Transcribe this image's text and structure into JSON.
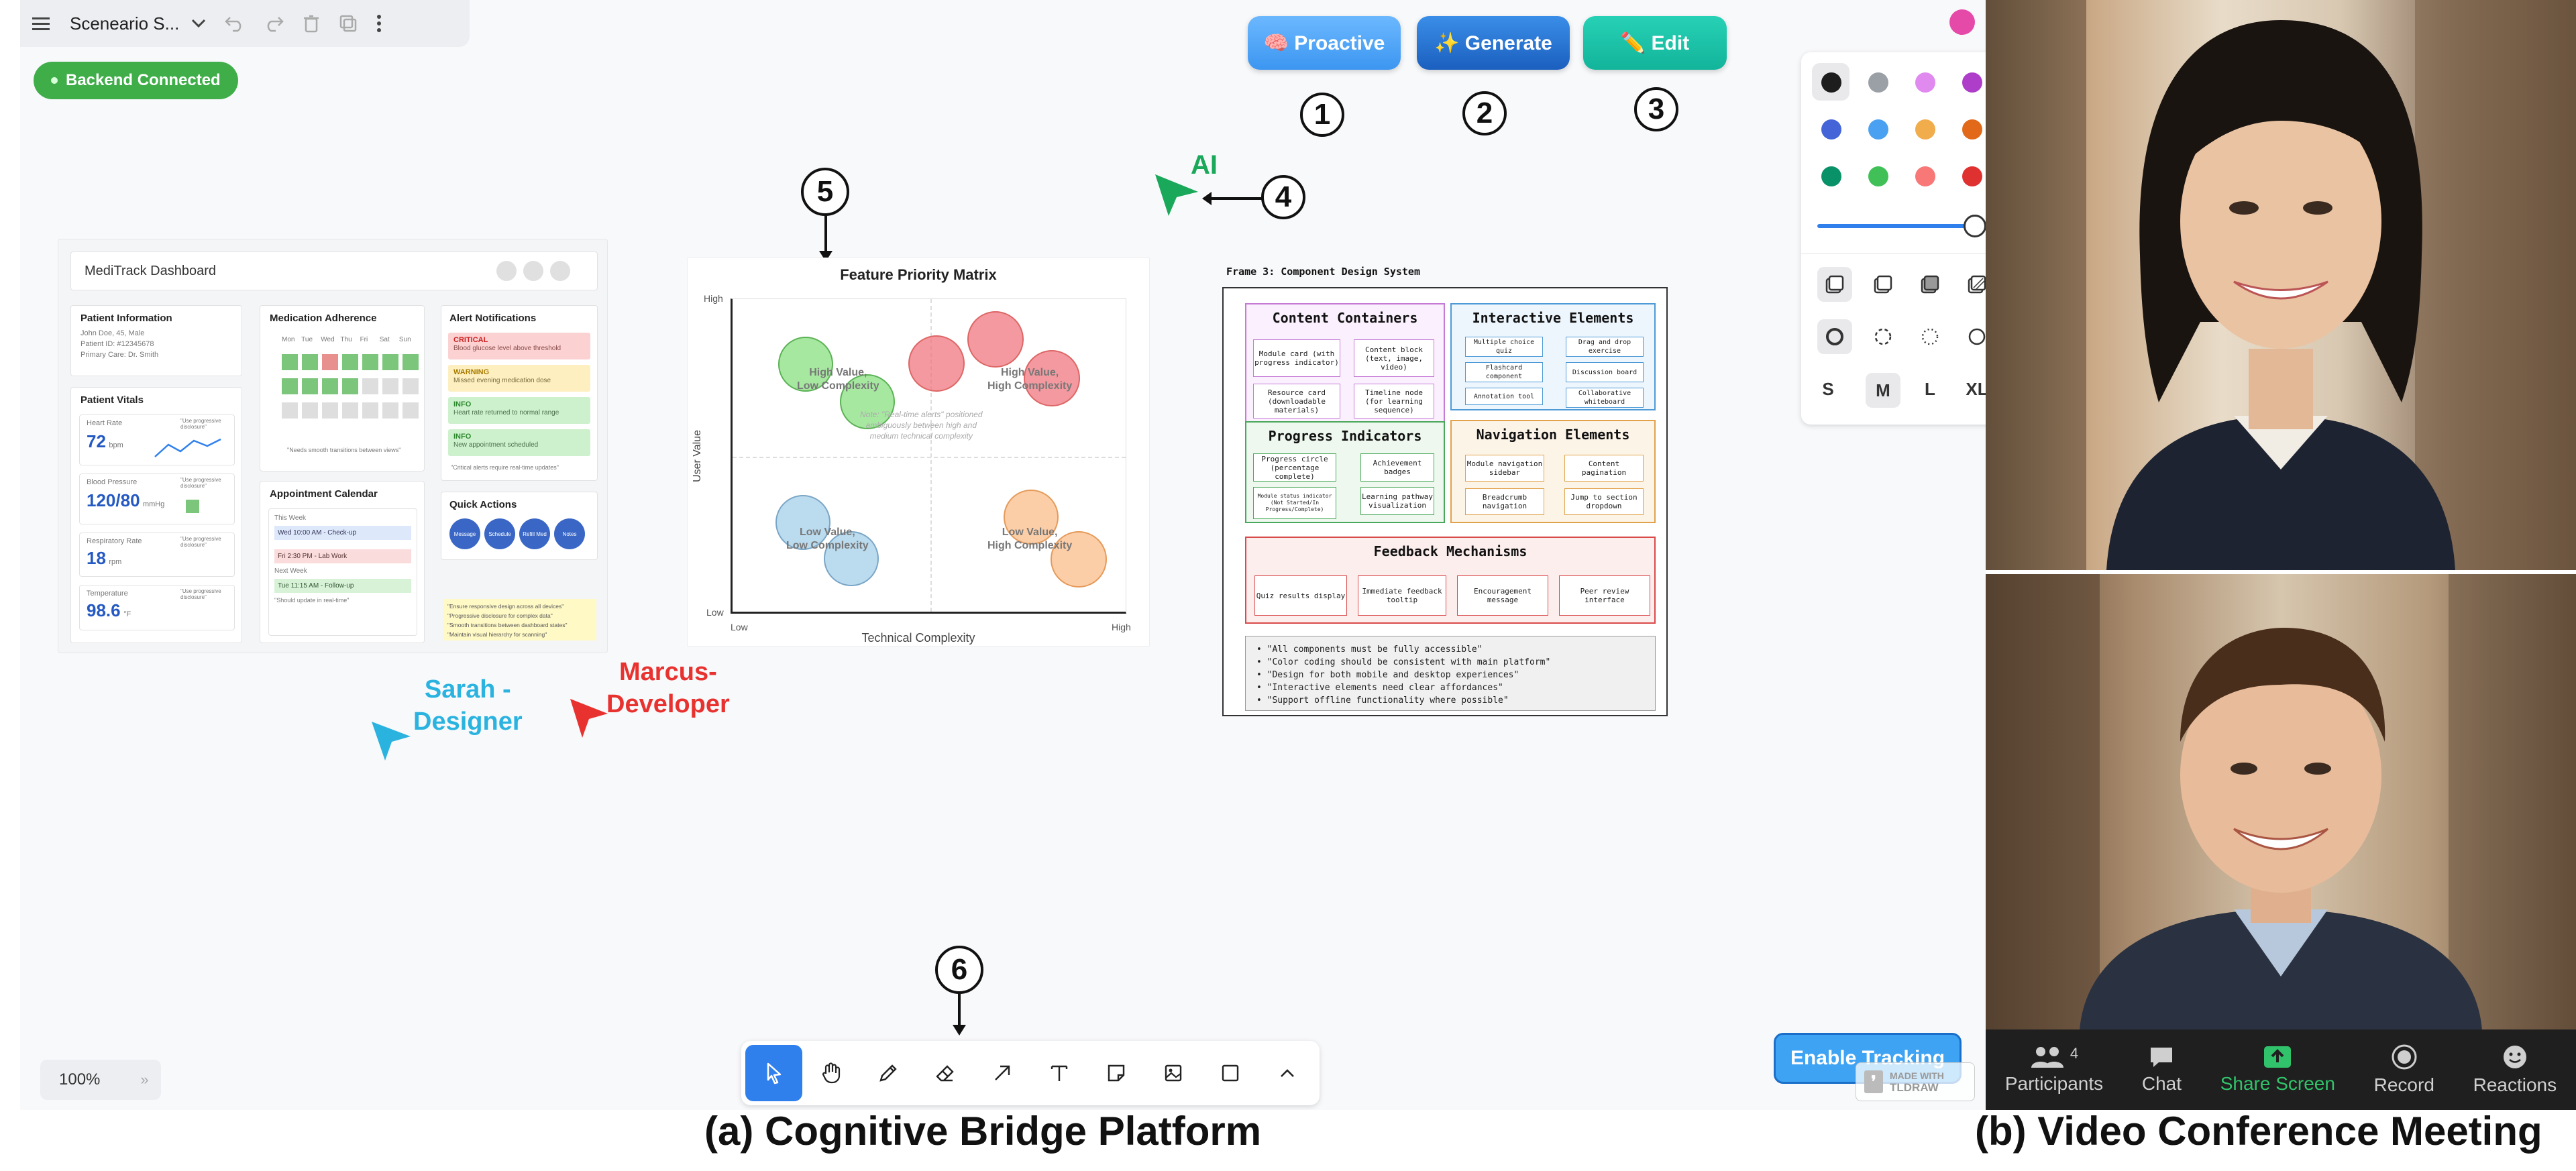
{
  "topbar": {
    "file_name": "Sceneario S..."
  },
  "status": {
    "backend": "Backend Connected"
  },
  "modes": [
    {
      "label": "🧠 Proactive",
      "number": "1"
    },
    {
      "label": "✨ Generate",
      "number": "2"
    },
    {
      "label": "✏️ Edit",
      "number": "3"
    }
  ],
  "annotations": {
    "ai_number": "4",
    "matrix_number": "5",
    "toolbar_number": "6",
    "ai_label": "AI"
  },
  "dashboard": {
    "title": "MediTrack Dashboard",
    "patient_info": {
      "title": "Patient Information",
      "lines": [
        "John Doe, 45, Male",
        "Patient ID: #12345678",
        "Primary Care: Dr. Smith"
      ]
    },
    "adherence": {
      "title": "Medication Adherence",
      "days": [
        "Mon",
        "Tue",
        "Wed",
        "Thu",
        "Fri",
        "Sat",
        "Sun"
      ]
    },
    "alerts": {
      "title": "Alert Notifications",
      "items": [
        {
          "level": "CRITICAL",
          "text": "Blood glucose level above threshold"
        },
        {
          "level": "WARNING",
          "text": "Missed evening medication dose"
        },
        {
          "level": "INFO",
          "text": "Heart rate returned to normal range"
        },
        {
          "level": "INFO",
          "text": "New appointment scheduled"
        }
      ],
      "note": "\"Critical alerts require real-time updates\""
    },
    "vitals": {
      "title": "Patient Vitals",
      "items": [
        {
          "name": "Heart Rate",
          "value": "72",
          "unit": "bpm"
        },
        {
          "name": "Blood Pressure",
          "value": "120/80",
          "unit": "mmHg"
        },
        {
          "name": "Respiratory Rate",
          "value": "18",
          "unit": "rpm"
        },
        {
          "name": "Temperature",
          "value": "98.6",
          "unit": "°F"
        }
      ],
      "note": "\"Use progressive disclosure\"",
      "adherence_note": "\"Needs smooth transitions between views\""
    },
    "calendar": {
      "title": "Appointment Calendar",
      "this_week": "This Week",
      "next_week": "Next Week",
      "items": [
        "Wed 10:00 AM - Check-up",
        "Fri 2:30 PM - Lab Work",
        "Tue 11:15 AM - Follow-up"
      ],
      "note": "\"Should update in real-time\""
    },
    "quick_actions": {
      "title": "Quick Actions",
      "items": [
        "Message",
        "Schedule",
        "Refill Med",
        "Notes"
      ]
    },
    "notes": [
      "\"Ensure responsive design across all devices\"",
      "\"Progressive disclosure for complex data\"",
      "\"Smooth transitions between dashboard states\"",
      "\"Maintain visual hierarchy for scanning\""
    ]
  },
  "matrix": {
    "title": "Feature Priority Matrix",
    "ylabel": "User Value",
    "xlabel": "Technical Complexity",
    "y_high": "High",
    "y_low": "Low",
    "x_low": "Low",
    "x_high": "High",
    "quadrants": {
      "tl": [
        "High Value,",
        "Low Complexity"
      ],
      "tr": [
        "High Value,",
        "High Complexity"
      ],
      "bl": [
        "Low Value,",
        "Low Complexity"
      ],
      "br": [
        "Low Value,",
        "High Complexity"
      ]
    },
    "note": [
      "Note: \"Real-time alerts\" positioned",
      "ambiguously between high and",
      "medium technical complexity"
    ]
  },
  "components": {
    "title": "Frame 3: Component Design System",
    "groups": [
      {
        "name": "Content Containers",
        "items": [
          "Module card (with progress indicator)",
          "Content block (text, image, video)",
          "Resource card (downloadable materials)",
          "Timeline node (for learning sequence)"
        ]
      },
      {
        "name": "Interactive Elements",
        "items": [
          "Multiple choice quiz",
          "Drag and drop exercise",
          "Flashcard component",
          "Discussion board",
          "Annotation tool",
          "Collaborative whiteboard"
        ]
      },
      {
        "name": "Progress Indicators",
        "items": [
          "Progress circle (percentage complete)",
          "Achievement badges",
          "Module status indicator (Not Started/In Progress/Complete)",
          "Learning pathway visualization"
        ]
      },
      {
        "name": "Navigation Elements",
        "items": [
          "Module navigation sidebar",
          "Content pagination",
          "Breadcrumb navigation",
          "Jump to section dropdown"
        ]
      },
      {
        "name": "Feedback Mechanisms",
        "items": [
          "Quiz results display",
          "Immediate feedback tooltip",
          "Encouragement message",
          "Peer review interface"
        ]
      }
    ],
    "notes": [
      "• \"All components must be fully accessible\"",
      "• \"Color coding should be consistent with main platform\"",
      "• \"Design for both mobile and desktop experiences\"",
      "• \"Interactive elements need clear affordances\"",
      "• \"Support offline functionality where possible\""
    ]
  },
  "cursors": {
    "sarah": [
      "Sarah -",
      "Designer"
    ],
    "marcus": [
      "Marcus-",
      "Developer"
    ]
  },
  "style_panel": {
    "sizes": [
      "S",
      "M",
      "L",
      "XL"
    ]
  },
  "colors": {
    "accent": "#2f80ed",
    "sarah": "#2bb3e0",
    "marcus": "#e8322f",
    "ai": "#1aa85a",
    "user_dot": "#e64aa8"
  },
  "zoom": {
    "level": "100%"
  },
  "tracking": {
    "button": "Enable Tracking",
    "tldraw": [
      "MADE WITH",
      "TLDRAW"
    ]
  },
  "video": {
    "participants_count": "4",
    "buttons": [
      "Participants",
      "Chat",
      "Share Screen",
      "Record",
      "Reactions"
    ]
  },
  "captions": {
    "left": "(a) Cognitive Bridge Platform",
    "right": "(b) Video Conference Meeting"
  }
}
